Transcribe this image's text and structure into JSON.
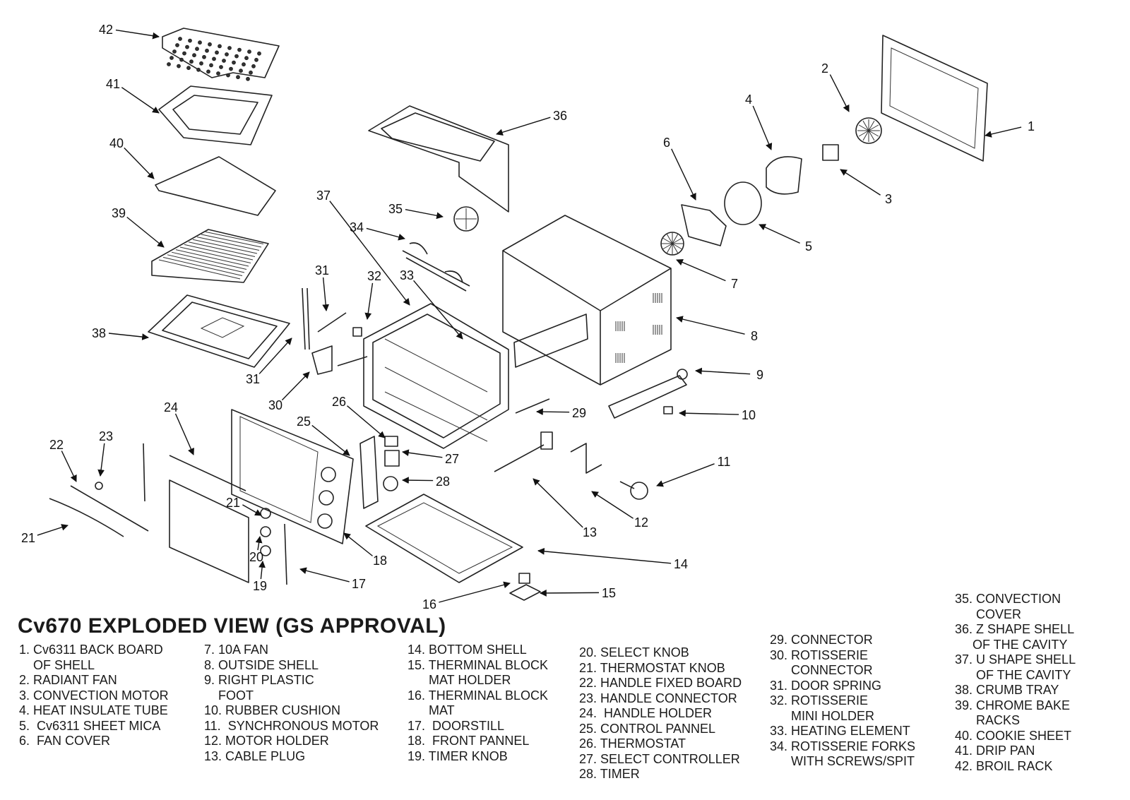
{
  "title": "Cv670 EXPLODED VIEW (GS  APPROVAL)",
  "callouts": [
    "1",
    "2",
    "3",
    "4",
    "5",
    "6",
    "7",
    "8",
    "9",
    "10",
    "11",
    "12",
    "13",
    "14",
    "15",
    "16",
    "17",
    "18",
    "19",
    "20",
    "21",
    "21",
    "22",
    "23",
    "24",
    "25",
    "26",
    "27",
    "28",
    "29",
    "30",
    "31",
    "31",
    "32",
    "33",
    "34",
    "35",
    "36",
    "37",
    "38",
    "39",
    "40",
    "41",
    "42"
  ],
  "legend": {
    "col1": [
      "1. Cv6311 BACK BOARD\n    OF SHELL",
      "2. RADIANT FAN",
      "3. CONVECTION MOTOR",
      "4. HEAT INSULATE TUBE",
      "5.  Cv6311 SHEET MICA",
      "6.  FAN COVER"
    ],
    "col2": [
      "7. 10A FAN",
      "8. OUTSIDE SHELL",
      "9. RIGHT PLASTIC\n    FOOT",
      "10. RUBBER CUSHION",
      "11.  SYNCHRONOUS MOTOR",
      "12. MOTOR HOLDER",
      "13. CABLE PLUG"
    ],
    "col3": [
      "14. BOTTOM SHELL",
      "15. THERMINAL BLOCK\n      MAT HOLDER",
      "16. THERMINAL BLOCK\n      MAT",
      "17.  DOORSTILL",
      "18.  FRONT PANNEL",
      "19. TIMER KNOB"
    ],
    "col4": [
      "20. SELECT KNOB",
      "21. THERMOSTAT KNOB",
      "22. HANDLE FIXED BOARD",
      "23. HANDLE CONNECTOR",
      "24.  HANDLE HOLDER",
      "25. CONTROL PANNEL",
      "26. THERMOSTAT",
      "27. SELECT CONTROLLER",
      "28. TIMER"
    ],
    "col5": [
      "29. CONNECTOR",
      "30. ROTISSERIE\n      CONNECTOR",
      "31. DOOR SPRING",
      "32. ROTISSERIE\n      MINI HOLDER",
      "33. HEATING ELEMENT",
      "34. ROTISSERIE FORKS\n      WITH SCREWS/SPIT"
    ],
    "col6": [
      "35. CONVECTION\n      COVER",
      "36. Z SHAPE SHELL\n     OF THE CAVITY",
      "37. U SHAPE SHELL\n      OF THE CAVITY",
      "38. CRUMB TRAY",
      "39. CHROME BAKE\n      RACKS",
      "40. COOKIE SHEET",
      "41. DRIP PAN",
      "42. BROIL RACK"
    ]
  }
}
